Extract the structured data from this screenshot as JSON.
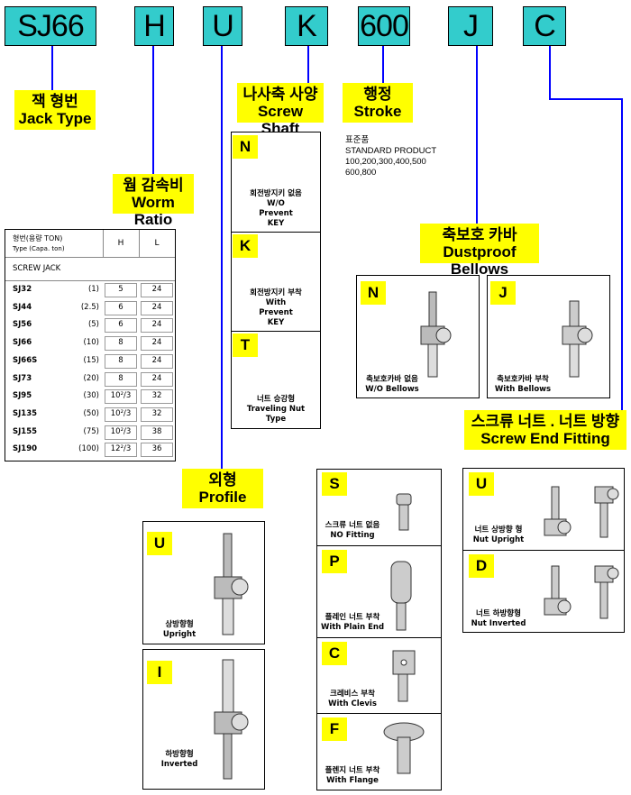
{
  "codes": {
    "jack": "SJ66",
    "worm": "H",
    "profile": "U",
    "shaft": "K",
    "stroke": "600",
    "bellows": "J",
    "fitting": "C"
  },
  "labels": {
    "jack_kr": "잭 형번",
    "jack_en": "Jack Type",
    "worm_kr": "웜 감속비",
    "worm_en": "Worm Ratio",
    "shaft_kr": "나사축 사양",
    "shaft_en": "Screw Shaft",
    "stroke_kr": "행정",
    "stroke_en": "Stroke",
    "bellows_kr": "축보호 카바",
    "bellows_en": "Dustproof Bellows",
    "fitting_kr": "스크류 너트 . 너트 방향",
    "fitting_en": "Screw End Fitting",
    "profile_kr": "외형",
    "profile_en": "Profile"
  },
  "stroke_info": {
    "kr": "표준품",
    "en": "STANDARD PRODUCT",
    "values1": "100,200,300,400,500",
    "values2": "600,800"
  },
  "table": {
    "header_kr": "형번(용량 TON)",
    "header_en": "Type (Capa. ton)",
    "col_h": "H",
    "col_l": "L",
    "group": "SCREW JACK",
    "rows": [
      {
        "type": "SJ32",
        "capa": "(1)",
        "h": "5",
        "l": "24"
      },
      {
        "type": "SJ44",
        "capa": "(2.5)",
        "h": "6",
        "l": "24"
      },
      {
        "type": "SJ56",
        "capa": "(5)",
        "h": "6",
        "l": "24"
      },
      {
        "type": "SJ66",
        "capa": "(10)",
        "h": "8",
        "l": "24"
      },
      {
        "type": "SJ66S",
        "capa": "(15)",
        "h": "8",
        "l": "24"
      },
      {
        "type": "SJ73",
        "capa": "(20)",
        "h": "8",
        "l": "24"
      },
      {
        "type": "SJ95",
        "capa": "(30)",
        "h": "10²/3",
        "l": "32"
      },
      {
        "type": "SJ135",
        "capa": "(50)",
        "h": "10²/3",
        "l": "32"
      },
      {
        "type": "SJ155",
        "capa": "(75)",
        "h": "10²/3",
        "l": "38"
      },
      {
        "type": "SJ190",
        "capa": "(100)",
        "h": "12²/3",
        "l": "36"
      }
    ]
  },
  "shaft_options": [
    {
      "letter": "N",
      "kr": "회전방지키 없음",
      "en1": "W/O",
      "en2": "Prevent",
      "en3": "KEY"
    },
    {
      "letter": "K",
      "kr": "회전방지키 부착",
      "en1": "With",
      "en2": "Prevent",
      "en3": "KEY"
    },
    {
      "letter": "T",
      "kr": "너트 승강형",
      "en1": "Traveling Nut",
      "en2": "Type",
      "en3": ""
    }
  ],
  "bellows_options": [
    {
      "letter": "N",
      "kr": "축보호카바 없음",
      "en": "W/O Bellows"
    },
    {
      "letter": "J",
      "kr": "축보호카바 부착",
      "en": "With Bellows"
    }
  ],
  "profile_options": [
    {
      "letter": "U",
      "kr": "상방향형",
      "en": "Upright"
    },
    {
      "letter": "I",
      "kr": "하방향형",
      "en": "Inverted"
    }
  ],
  "fitting_options": [
    {
      "letter": "S",
      "kr": "스크류 너트 없음",
      "en": "NO Fitting"
    },
    {
      "letter": "P",
      "kr": "플레인 너트 부착",
      "en": "With Plain End"
    },
    {
      "letter": "C",
      "kr": "크레비스 부착",
      "en": "With Clevis"
    },
    {
      "letter": "F",
      "kr": "플렌지 너트 부착",
      "en": "With Flange"
    }
  ],
  "nut_options": [
    {
      "letter": "U",
      "kr": "너트 상방향 형",
      "en": "Nut Upright"
    },
    {
      "letter": "D",
      "kr": "너트 하방향형",
      "en": "Nut Inverted"
    }
  ],
  "colors": {
    "code_bg": "#33cccc",
    "tag_bg": "#ffff00",
    "connector": "#0000ff"
  }
}
